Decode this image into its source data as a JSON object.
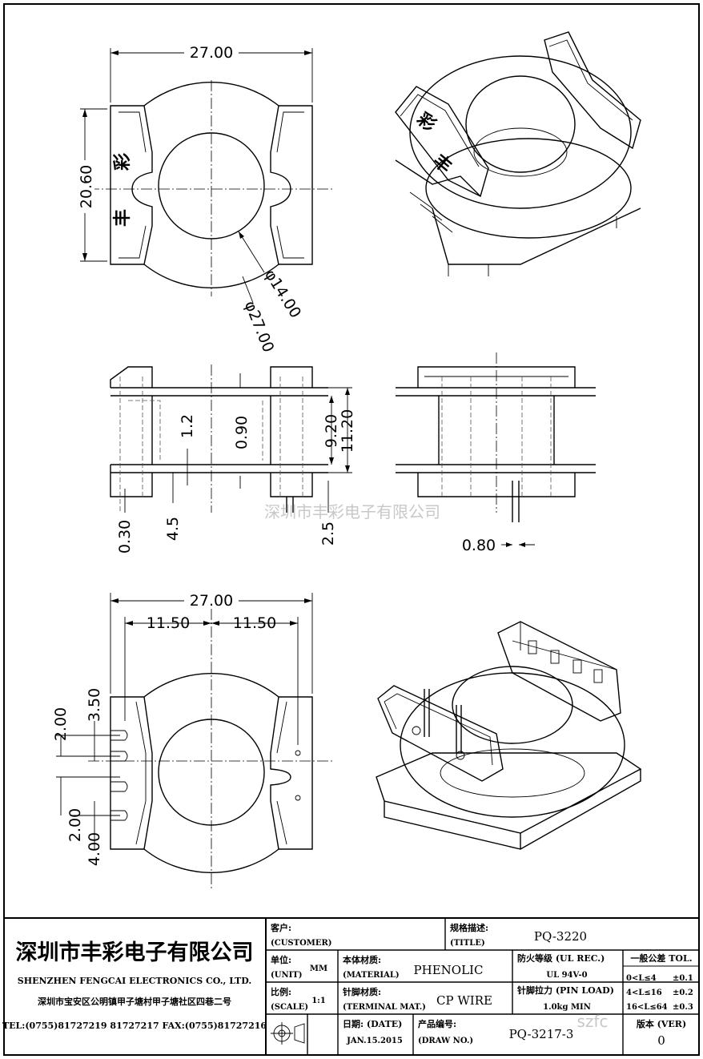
{
  "dimensions": {
    "top_width": "27.00",
    "top_height": "20.60",
    "inner_dia": "φ14.00",
    "outer_dia": "φ27.00",
    "side_h1": "1.2",
    "side_h2": "0.90",
    "side_h3": "9.20",
    "side_h4": "11.20",
    "side_b1": "0.30",
    "side_b2": "4.5",
    "side_b3": "2.5",
    "pin_w": "0.80",
    "bottom_width": "27.00",
    "half_left": "11.50",
    "half_right": "11.50",
    "v1": "3.50",
    "v2": "2.00",
    "v3": "2.00",
    "v4": "4.00"
  },
  "brand_mark": [
    "丰",
    "彩"
  ],
  "watermark": "深圳市丰彩电子有限公司",
  "watermark_url": "szfc",
  "company": {
    "name_cn": "深圳市丰彩电子有限公司",
    "name_en": "SHENZHEN FENGCAI ELECTRONICS CO., LTD.",
    "address": "深圳市宝安区公明镇甲子塘村甲子塘社区四巷二号",
    "phone": "TEL:(0755)81727219  81727217    FAX:(0755)81727216"
  },
  "title_block": {
    "customer_label": "客户:",
    "customer_label_en": "(CUSTOMER)",
    "title_label": "规格描述:",
    "title_label_en": "(TITLE)",
    "title_value": "PQ-3220",
    "unit_label": "单位:",
    "unit_label_en": "(UNIT)",
    "unit_value": "MM",
    "material_label": "本体材质:",
    "material_label_en": "(MATERIAL)",
    "material_value": "PHENOLIC",
    "ul_label": "防火等级 (UL REC.)",
    "ul_value": "UL 94V-0",
    "tol_label": "一般公差 TOL.",
    "tol_rows": [
      {
        "range": "0<L≤4",
        "val": "±0.1"
      },
      {
        "range": "4<L≤16",
        "val": "±0.2"
      },
      {
        "range": "16<L≤64",
        "val": "±0.3"
      }
    ],
    "scale_label": "比例:",
    "scale_label_en": "(SCALE)",
    "scale_value": "1:1",
    "pin_mat_label": "针脚材质:",
    "pin_mat_label_en": "(TERMINAL MAT.)",
    "pin_mat_value": "CP WIRE",
    "pin_load_label": "针脚拉力 (PIN LOAD)",
    "pin_load_value": "1.0kg MIN",
    "date_label": "日期: (DATE)",
    "date_value": "JAN.15.2015",
    "drawno_label": "产品编号:",
    "drawno_label_en": "(DRAW NO.)",
    "drawno_value": "PQ-3217-3",
    "ver_label": "版本 (VER)",
    "ver_value": "0"
  }
}
